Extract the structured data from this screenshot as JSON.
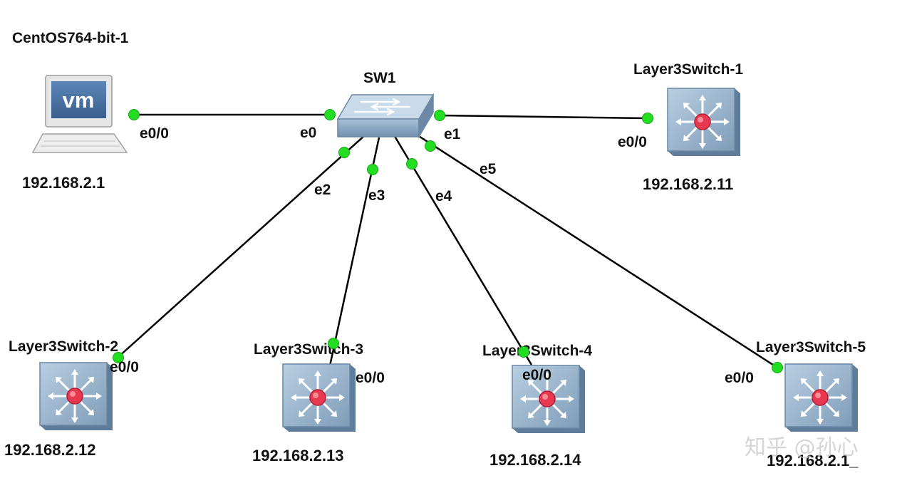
{
  "diagram": {
    "link_color": "#000000",
    "port_dot_color": "#22dd22",
    "watermark": "知乎 @孙心",
    "devices": {
      "centos": {
        "name": "CentOS764-bit-1",
        "ip": "192.168.2.1",
        "icon": "vm-workstation-icon",
        "badge": "vm"
      },
      "sw1": {
        "name": "SW1",
        "icon": "ethernet-switch-icon"
      },
      "l3_1": {
        "name": "Layer3Switch-1",
        "ip": "192.168.2.11",
        "icon": "layer3-switch-icon"
      },
      "l3_2": {
        "name": "Layer3Switch-2",
        "ip": "192.168.2.12",
        "icon": "layer3-switch-icon"
      },
      "l3_3": {
        "name": "Layer3Switch-3",
        "ip": "192.168.2.13",
        "icon": "layer3-switch-icon"
      },
      "l3_4": {
        "name": "Layer3Switch-4",
        "ip": "192.168.2.14",
        "icon": "layer3-switch-icon"
      },
      "l3_5": {
        "name": "Layer3Switch-5",
        "ip": "192.168.2.1_",
        "icon": "layer3-switch-icon"
      }
    },
    "links": [
      {
        "from": "sw1",
        "from_port": "e0",
        "to": "centos",
        "to_port": "e0/0"
      },
      {
        "from": "sw1",
        "from_port": "e1",
        "to": "l3_1",
        "to_port": "e0/0"
      },
      {
        "from": "sw1",
        "from_port": "e2",
        "to": "l3_2",
        "to_port": "e0/0"
      },
      {
        "from": "sw1",
        "from_port": "e3",
        "to": "l3_3",
        "to_port": "e0/0"
      },
      {
        "from": "sw1",
        "from_port": "e4",
        "to": "l3_4",
        "to_port": "e0/0"
      },
      {
        "from": "sw1",
        "from_port": "e5",
        "to": "l3_5",
        "to_port": "e0/0"
      }
    ]
  }
}
